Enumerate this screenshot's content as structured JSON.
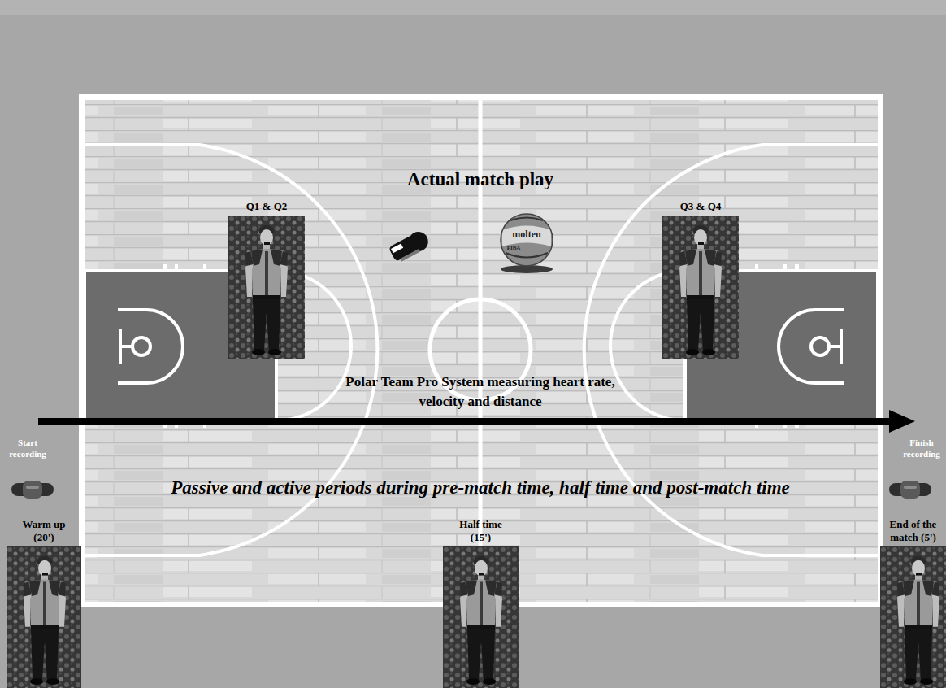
{
  "diagram": {
    "nodes": [
      {
        "text": [
          "Q1 & Q2"
        ]
      },
      {
        "text": [
          "Q3 & Q4"
        ]
      },
      {
        "text": [
          "Warm up (20')"
        ]
      },
      {
        "text": [
          "Half time (15')"
        ]
      },
      {
        "text": [
          "End of the match (5')"
        ]
      }
    ],
    "labels": [
      "Actual match play",
      "Polar Team Pro System measuring heart rate, velocity and distance",
      "Start recording",
      "Passive and active periods during pre-match time, half time and post-match time",
      "Finish recording",
      "molten",
      "FIBA"
    ]
  }
}
